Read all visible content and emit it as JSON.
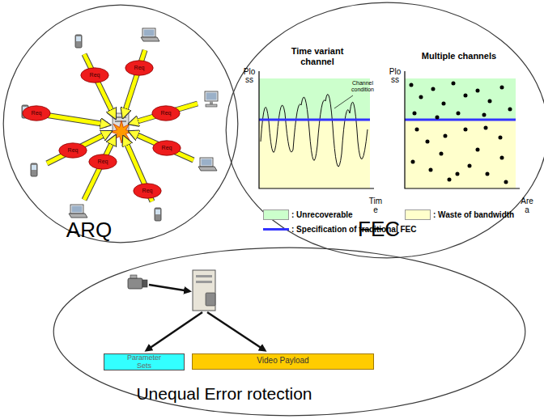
{
  "diagram": {
    "nodes": [
      {
        "text": [
          "ARQ"
        ]
      },
      {
        "text": [
          "Req"
        ],
        "in": 0
      },
      {
        "text": [
          "Req"
        ],
        "in": 0
      },
      {
        "text": [
          "Req"
        ],
        "in": 0
      },
      {
        "text": [
          "Req"
        ],
        "in": 0
      },
      {
        "text": [
          "Req"
        ],
        "in": 0
      },
      {
        "text": [
          "Req"
        ],
        "in": 0
      },
      {
        "text": [
          "Req"
        ],
        "in": 0
      },
      {
        "text": [
          "Req"
        ],
        "in": 0
      },
      {
        "text": [
          "FEC"
        ]
      },
      {
        "text": [
          "Unequal Error rotection"
        ]
      },
      {
        "text": [
          "Parameter Sets"
        ],
        "in": 10
      },
      {
        "text": [
          "Video Payload"
        ],
        "in": 10
      }
    ],
    "labels": [
      "Time variant channel",
      "Multiple channels",
      "Ploss",
      "Ploss",
      "Channel condition",
      "Time",
      "Area"
    ],
    "legend": [
      {
        "text": ": Unrecoverable",
        "color": "#ccffcc"
      },
      {
        "text": ": Waste of bandwidth",
        "color": "#ffffcc"
      },
      {
        "text": ": Specification of traditional FEC"
      }
    ]
  }
}
